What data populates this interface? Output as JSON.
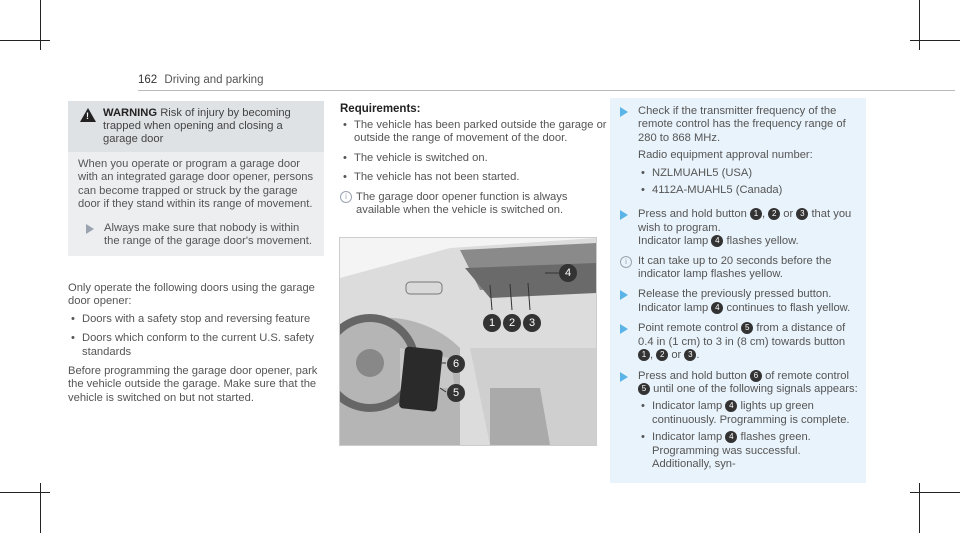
{
  "header": {
    "page_number": "162",
    "section": "Driving and parking"
  },
  "warning": {
    "label": "WARNING",
    "title": "Risk of injury by becoming trapped when opening and closing a garage door",
    "body": "When you operate or program a garage door with an integrated garage door opener, persons can become trapped or struck by the garage door if they stand within its range of movement.",
    "step": "Always make sure that nobody is within the range of the garage door's movement."
  },
  "col1": {
    "intro": "Only operate the following doors using the garage door opener:",
    "bullets": [
      "Doors with a safety stop and reversing feature",
      "Doors which conform to the current U.S. safety standards"
    ],
    "outro": "Before programming the garage door opener, park the vehicle outside the garage. Make sure that the vehicle is switched on but not started."
  },
  "requirements": {
    "heading": "Requirements:",
    "bullets": [
      "The vehicle has been parked outside the garage or outside the range of movement of the door.",
      "The vehicle is switched on.",
      "The vehicle has not been started."
    ],
    "info": "The garage door opener function is always available when the vehicle is switched on."
  },
  "figure": {
    "callouts": [
      "1",
      "2",
      "3",
      "4",
      "5",
      "6"
    ]
  },
  "col3": {
    "step1": "Check if the transmitter frequency of the remote control has the frequency range of 280 to 868 MHz.",
    "approval_label": "Radio equipment approval number:",
    "approvals": [
      "NZLMUAHL5 (USA)",
      "4112A-MUAHL5 (Canada)"
    ],
    "step2_a": "Press and hold button",
    "step2_b": "or",
    "step2_c": "that you wish to program.",
    "step2_d": "Indicator lamp",
    "step2_e": "flashes yellow.",
    "info": "It can take up to 20 seconds before the indicator lamp flashes yellow.",
    "step3_a": "Release the previously pressed button.",
    "step3_b": "Indicator lamp",
    "step3_c": "continues to flash yellow.",
    "step4_a": "Point remote control",
    "step4_b": "from a distance of 0.4 in (1 cm) to 3 in (8 cm) towards button",
    "step4_c": "or",
    "step5_a": "Press and hold button",
    "step5_b": "of remote control",
    "step5_c": "until one of the following signals appears:",
    "signal1_a": "Indicator lamp",
    "signal1_b": "lights up green continuously. Programming is complete.",
    "signal2_a": "Indicator lamp",
    "signal2_b": "flashes green. Programming was successful. Additionally, syn-"
  }
}
